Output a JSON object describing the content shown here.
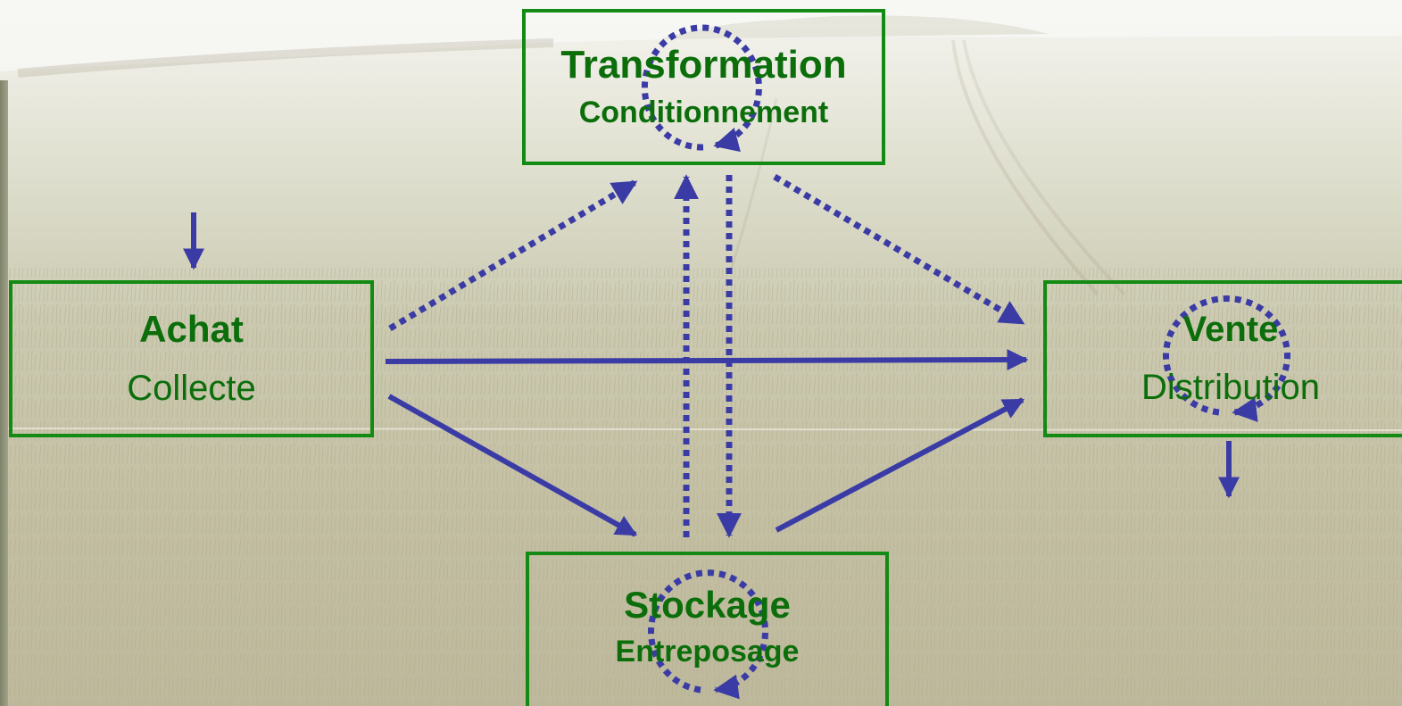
{
  "boxes": {
    "transformation": {
      "title": "Transformation",
      "subtitle": "Conditionnement"
    },
    "achat": {
      "title": "Achat",
      "subtitle": "Collecte"
    },
    "vente": {
      "title": "Vente",
      "subtitle": "Distribution"
    },
    "stockage": {
      "title": "Stockage",
      "subtitle": "Entreposage"
    }
  },
  "colors": {
    "box_border": "#138a13",
    "box_text": "#0b6e0b",
    "arrow": "#3b3ba6"
  }
}
